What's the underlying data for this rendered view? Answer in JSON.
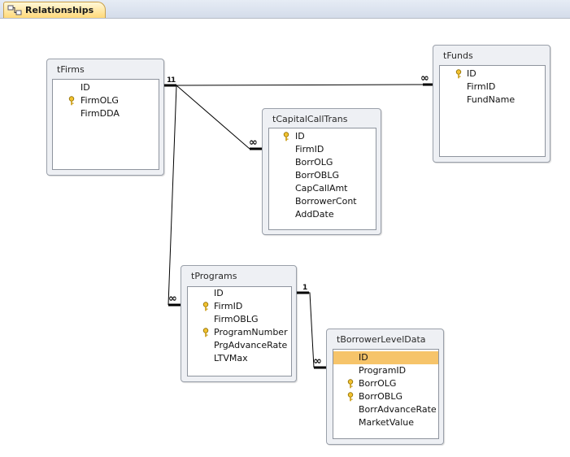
{
  "tab": {
    "label": "Relationships",
    "icon": "relationships-icon"
  },
  "tables": [
    {
      "id": "tFirms",
      "title": "tFirms",
      "fields": [
        {
          "name": "ID",
          "key": false
        },
        {
          "name": "FirmOLG",
          "key": true
        },
        {
          "name": "FirmDDA",
          "key": false
        }
      ]
    },
    {
      "id": "tFunds",
      "title": "tFunds",
      "fields": [
        {
          "name": "ID",
          "key": true
        },
        {
          "name": "FirmID",
          "key": false
        },
        {
          "name": "FundName",
          "key": false
        }
      ]
    },
    {
      "id": "tCapitalCallTrans",
      "title": "tCapitalCallTrans",
      "fields": [
        {
          "name": "ID",
          "key": true
        },
        {
          "name": "FirmID",
          "key": false
        },
        {
          "name": "BorrOLG",
          "key": false
        },
        {
          "name": "BorrOBLG",
          "key": false
        },
        {
          "name": "CapCallAmt",
          "key": false
        },
        {
          "name": "BorrowerCont",
          "key": false
        },
        {
          "name": "AddDate",
          "key": false
        }
      ]
    },
    {
      "id": "tPrograms",
      "title": "tPrograms",
      "fields": [
        {
          "name": "ID",
          "key": false
        },
        {
          "name": "FirmID",
          "key": true
        },
        {
          "name": "FirmOBLG",
          "key": false
        },
        {
          "name": "ProgramNumber",
          "key": true
        },
        {
          "name": "PrgAdvanceRate",
          "key": false
        },
        {
          "name": "LTVMax",
          "key": false
        }
      ]
    },
    {
      "id": "tBorrowerLevelData",
      "title": "tBorrowerLevelData",
      "fields": [
        {
          "name": "ID",
          "key": false,
          "selected": true
        },
        {
          "name": "ProgramID",
          "key": false
        },
        {
          "name": "BorrOLG",
          "key": true
        },
        {
          "name": "BorrOBLG",
          "key": true
        },
        {
          "name": "BorrAdvanceRate",
          "key": false
        },
        {
          "name": "MarketValue",
          "key": false
        }
      ]
    }
  ],
  "relationships": [
    {
      "from": "tFirms",
      "to": "tFunds",
      "one": "1",
      "many": "∞"
    },
    {
      "from": "tFirms",
      "to": "tCapitalCallTrans",
      "one": "1",
      "many": "∞"
    },
    {
      "from": "tFirms",
      "to": "tPrograms",
      "one": "1",
      "many": "∞"
    },
    {
      "from": "tPrograms",
      "to": "tBorrowerLevelData",
      "one": "1",
      "many": "∞"
    }
  ],
  "colors": {
    "selected_row": "#f6c46a",
    "key": "#d9a400",
    "line": "#000000"
  }
}
